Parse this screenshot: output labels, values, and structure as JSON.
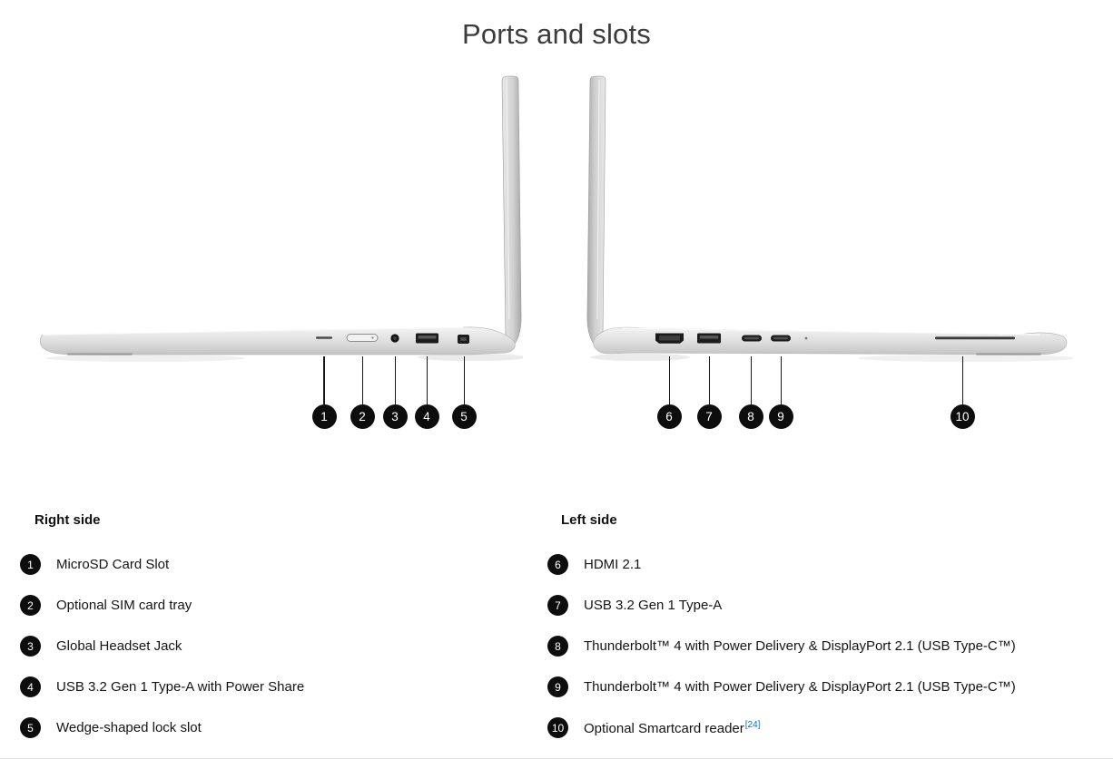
{
  "title": "Ports and slots",
  "colors": {
    "footnote_link": "#0672cb",
    "callout_badge": "#0d0d0d"
  },
  "legend": {
    "right": {
      "heading": "Right side",
      "items": [
        {
          "num": "1",
          "label": "MicroSD Card Slot"
        },
        {
          "num": "2",
          "label": "Optional SIM card tray"
        },
        {
          "num": "3",
          "label": "Global Headset Jack"
        },
        {
          "num": "4",
          "label": "USB 3.2 Gen 1 Type-A with Power Share"
        },
        {
          "num": "5",
          "label": "Wedge-shaped lock slot"
        }
      ]
    },
    "left": {
      "heading": "Left side",
      "items": [
        {
          "num": "6",
          "label": "HDMI 2.1"
        },
        {
          "num": "7",
          "label": "USB 3.2 Gen 1 Type-A"
        },
        {
          "num": "8",
          "label": "Thunderbolt™ 4 with Power Delivery & DisplayPort 2.1 (USB Type-C™)"
        },
        {
          "num": "9",
          "label": "Thunderbolt™ 4 with Power Delivery & DisplayPort 2.1 (USB Type-C™)"
        },
        {
          "num": "10",
          "label": "Optional Smartcard reader",
          "footnote": "[24]"
        }
      ]
    }
  }
}
